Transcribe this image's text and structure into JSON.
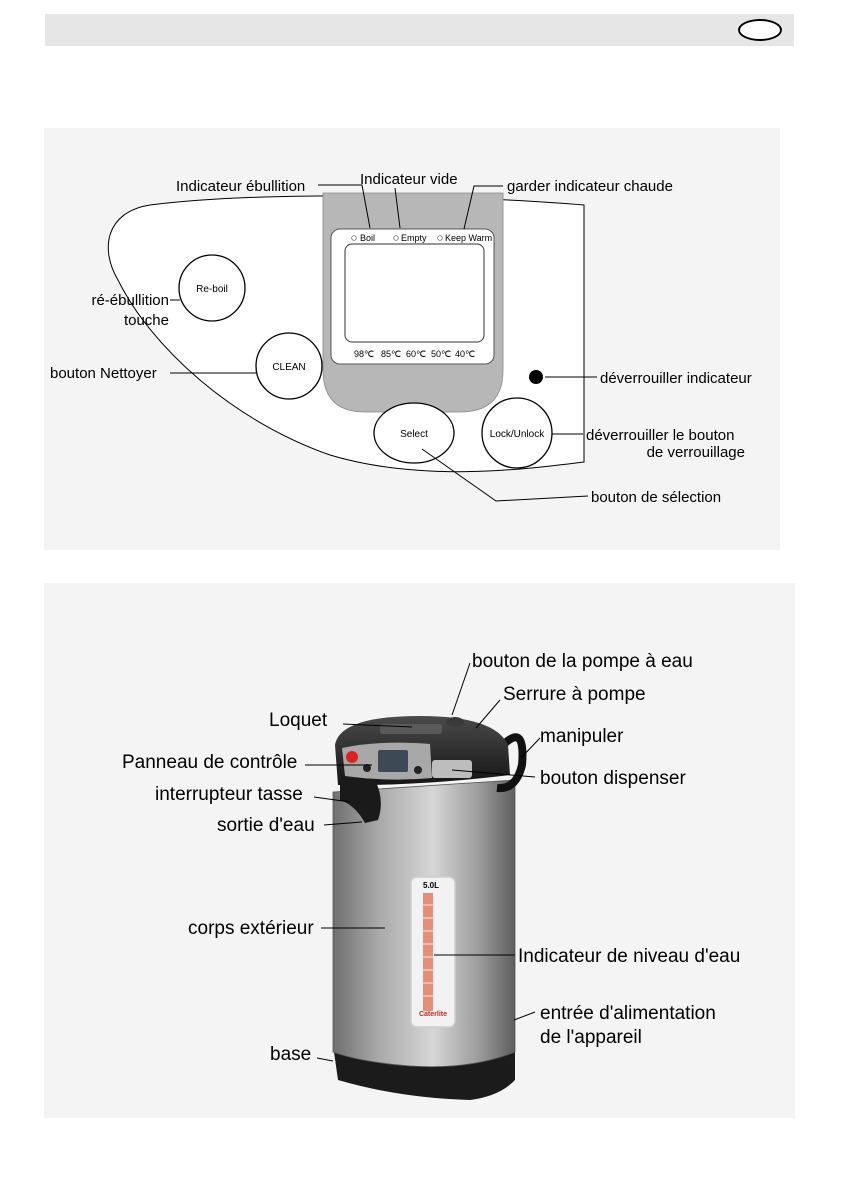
{
  "header": {
    "lang_badge": ""
  },
  "control_panel": {
    "callouts": {
      "boil_indicator": "Indicateur ébullition",
      "empty_indicator": "Indicateur vide",
      "keep_warm_indicator": "garder indicateur chaude",
      "reboil_key_line1": "ré-ébullition",
      "reboil_key_line2": "touche",
      "clean_button": "bouton Nettoyer",
      "unlock_indicator": "déverrouiller indicateur",
      "lock_button_line1": "déverrouiller le bouton",
      "lock_button_line2": "de verrouillage",
      "select_button": "bouton de sélection"
    },
    "panel_labels": {
      "boil": "Boil",
      "empty": "Empty",
      "keep_warm": "Keep Warm",
      "temps": [
        "98℃",
        "85℃",
        "60℃",
        "50℃",
        "40℃"
      ]
    },
    "buttons": {
      "reboil": "Re-boil",
      "clean": "CLEAN",
      "select": "Select",
      "lock": "Lock/Unlock"
    }
  },
  "appliance": {
    "callouts": {
      "pump_button": "bouton de la pompe à eau",
      "pump_lock": "Serrure à pompe",
      "latch": "Loquet",
      "handle": "manipuler",
      "control_panel": "Panneau de contrôle",
      "dispense_button": "bouton dispenser",
      "cup_switch": "interrupteur tasse",
      "water_outlet": "sortie d'eau",
      "outer_body": "corps extérieur",
      "water_level": "Indicateur de niveau d'eau",
      "power_inlet_line1": "entrée d'alimentation",
      "power_inlet_line2": "de l'appareil",
      "base": "base"
    },
    "level_label": "5.0L",
    "brand": "Caterlite"
  }
}
